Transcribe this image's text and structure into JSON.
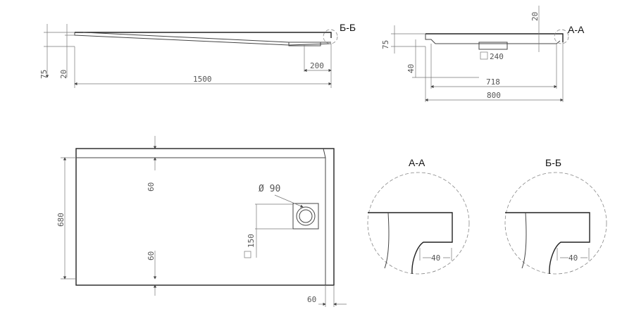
{
  "dims": {
    "side_75": "75",
    "side_20": "20",
    "side_1500": "1500",
    "side_200": "200",
    "end_20": "20",
    "end_75": "75",
    "end_40": "40",
    "end_240": "240",
    "end_718": "718",
    "end_800": "800",
    "plan_680": "680",
    "plan_60_top": "60",
    "plan_60_bottom": "60",
    "plan_60_right": "60",
    "plan_diameter": "Ø 90",
    "plan_150": "150",
    "detail_a_40": "40",
    "detail_b_40": "40"
  },
  "labels": {
    "section_bb": "Б-Б",
    "section_aa": "А-А",
    "detail_aa_title": "А-А",
    "detail_bb_title": "Б-Б"
  }
}
